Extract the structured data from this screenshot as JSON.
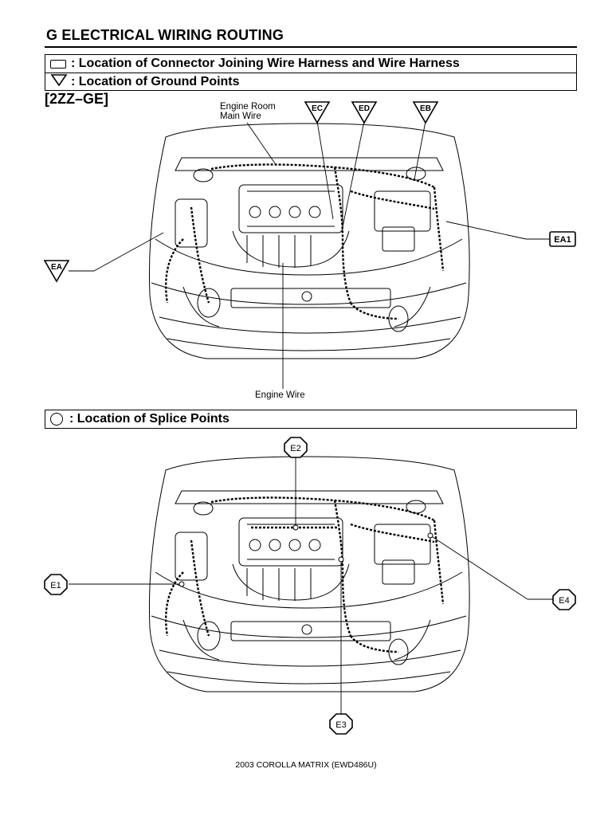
{
  "header": {
    "title": "G  ELECTRICAL WIRING ROUTING"
  },
  "legend": {
    "connector": ": Location of Connector Joining Wire Harness and Wire Harness",
    "ground": ": Location of Ground Points",
    "splice": ": Location of Splice Points"
  },
  "diagram_top": {
    "engine_code": "[2ZZ–GE]",
    "label_engine_room_1": "Engine Room",
    "label_engine_room_2": "Main Wire",
    "label_engine_wire": "Engine Wire",
    "ground_ec": "EC",
    "ground_ed": "ED",
    "ground_eb": "EB",
    "ground_ea": "EA",
    "connector_ea1": "EA1"
  },
  "diagram_bottom": {
    "splice_e1": "E1",
    "splice_e2": "E2",
    "splice_e3": "E3",
    "splice_e4": "E4"
  },
  "footer": {
    "text": "2003 COROLLA MATRIX (EWD486U)"
  }
}
